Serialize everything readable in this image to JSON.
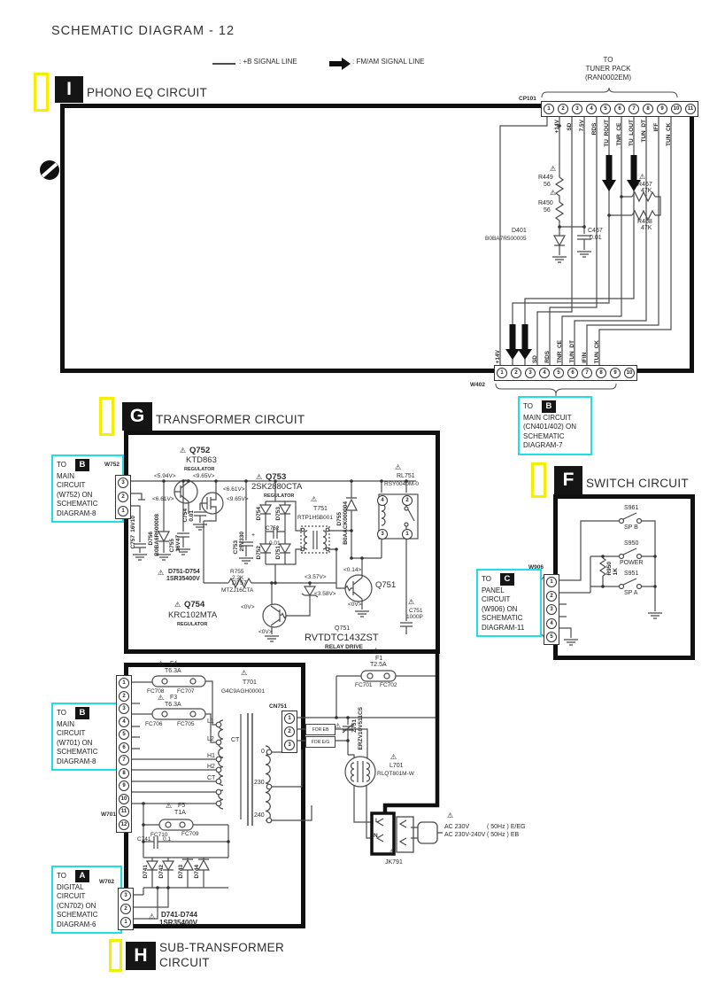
{
  "icons": {
    "warning": "⚠"
  },
  "page": {
    "title": "SCHEMATIC DIAGRAM - 12"
  },
  "legend": {
    "b": ": +B SIGNAL LINE",
    "fmam": ": FM/AM SIGNAL LINE"
  },
  "sections": {
    "i": {
      "badge": "I",
      "title": "PHONO EQ CIRCUIT"
    },
    "g": {
      "badge": "G",
      "title": "TRANSFORMER CIRCUIT"
    },
    "f": {
      "badge": "F",
      "title": "SWITCH CIRCUIT"
    },
    "h": {
      "badge": "H",
      "title1": "SUB-TRANSFORMER",
      "title2": "CIRCUIT"
    }
  },
  "phono": {
    "tuner": {
      "l1": "TO",
      "l2": "TUNER PACK",
      "l3": "(RAN0002EM)"
    },
    "cp101": {
      "name": "CP101",
      "pins": [
        "1",
        "2",
        "3",
        "4",
        "5",
        "6",
        "7",
        "8",
        "9",
        "10",
        "11"
      ],
      "labels": [
        "",
        "+14V",
        "SD_",
        "7.5V",
        "RDS_",
        "TU_ROUT",
        "TNR_CE_",
        "TU_LOUT",
        "TUN_DT",
        "IFF_",
        "TUN_CK_"
      ]
    },
    "w402": {
      "name": "W402",
      "pins": [
        "1",
        "2",
        "3",
        "4",
        "5",
        "6",
        "7",
        "8",
        "9",
        "10"
      ],
      "labels": [
        "+14V",
        "",
        "",
        "SD",
        "RDS",
        "TNR_CE",
        "TUN_DT",
        "IFIN_",
        "TUN_CK",
        ""
      ]
    },
    "r449": {
      "r": "R449",
      "v": "56"
    },
    "r450": {
      "r": "R450",
      "v": "56"
    },
    "r467": {
      "r": "R467",
      "v": "47K"
    },
    "r468": {
      "r": "R468",
      "v": "47K"
    },
    "d401": {
      "r": "D401",
      "v": "B0BA7R500005"
    },
    "c467": {
      "r": "C467",
      "v": "0.01"
    }
  },
  "callouts": {
    "b7": {
      "to": "TO",
      "badge": "B",
      "lines": [
        "MAIN CIRCUIT",
        "(CN401/402) ON",
        "SCHEMATIC",
        "DIAGRAM-7"
      ]
    },
    "b8w752": {
      "to": "TO",
      "badge": "B",
      "lines": [
        "MAIN",
        "CIRCUIT",
        "(W752) ON",
        "SCHEMATIC",
        "DIAGRAM-8"
      ]
    },
    "b8w701": {
      "to": "TO",
      "badge": "B",
      "lines": [
        "MAIN",
        "CIRCUIT",
        "(W701) ON",
        "SCHEMATIC",
        "DIAGRAM-8"
      ]
    },
    "a6": {
      "to": "TO",
      "badge": "A",
      "lines": [
        "DIGITAL",
        "CIRCUIT",
        "(CN702) ON",
        "SCHEMATIC",
        "DIAGRAM-6"
      ]
    },
    "c11": {
      "to": "TO",
      "badge": "C",
      "lines": [
        "PANEL",
        "CIRCUIT",
        "(W906) ON",
        "SCHEMATIC",
        "DIAGRAM-11"
      ]
    }
  },
  "g": {
    "w752": {
      "name": "W752",
      "pins": [
        "3",
        "2",
        "1"
      ]
    },
    "c757": {
      "r": "C757",
      "v": "16V10"
    },
    "q752": {
      "r": "Q752",
      "p": "KTD863",
      "role": "REGULATOR"
    },
    "q753": {
      "r": "Q753",
      "p": "2SK2880CTA",
      "role": "REGULATOR"
    },
    "q754": {
      "r": "Q754",
      "p": "KRC102MTA",
      "role": "REGULATOR"
    },
    "q751drv": {
      "r": "Q751",
      "p": "RVTDTC143ZST",
      "role": "RELAY DRIVE"
    },
    "q751": "Q751",
    "c754": {
      "r": "C754",
      "v": "0.01"
    },
    "c755": {
      "r": "C755",
      "v": "16V47"
    },
    "c753": {
      "r": "C753",
      "v": "25V330",
      "plus": "+"
    },
    "c752": {
      "r": "C752",
      "v": "0.01"
    },
    "c751": {
      "r": "C751",
      "v": "1000P"
    },
    "d756": {
      "r": "D756",
      "v": "B0BA6R600008"
    },
    "d755": {
      "r": "D755",
      "v": "B0AACK000004"
    },
    "d757": {
      "r": "D757",
      "v": "MTZJ16CTA"
    },
    "dgrp": {
      "r": "D751-D754",
      "v": "1SR35400V"
    },
    "d751": "D751",
    "d752": "D752",
    "d753": "D753",
    "d754": "D754",
    "r755": {
      "r": "R755",
      "v": "2.2K"
    },
    "t751": {
      "r": "T751",
      "v": "RTP1H5B001"
    },
    "rl751": {
      "r": "RL751",
      "v": "RSY0040M-0",
      "pins": [
        "4",
        "2",
        "3",
        "1"
      ]
    },
    "v": {
      "v594": "<5.94V>",
      "v965a": "<9.65V>",
      "v661a": "<6.61V>",
      "v661b": "<6.61V>",
      "v965b": "<9.65V>",
      "v357": "<3.57V>",
      "v358": "<3.58V>",
      "v0a": "<0V>",
      "v0b": "<0V>",
      "v0c": "<0V>",
      "v014": "<0.14>"
    }
  },
  "mains": {
    "w701": {
      "name": "W701",
      "pins": [
        "1",
        "2",
        "3",
        "4",
        "5",
        "6",
        "7",
        "8",
        "9",
        "10",
        "11",
        "12"
      ]
    },
    "f4": {
      "r": "F4",
      "v": "T6.3A",
      "fl": "FC708",
      "fr": "FC707"
    },
    "f3": {
      "r": "F3",
      "v": "T6.3A",
      "fl": "FC706",
      "fr": "FC705"
    },
    "f1": {
      "r": "F1",
      "v": "T2.5A",
      "fl": "FC701",
      "fr": "FC702"
    },
    "t701": {
      "r": "T701",
      "v": "G4C9AGH00001",
      "l1": "L1",
      "l2": "L2",
      "h1": "H1",
      "h2": "H2",
      "ct": "CT",
      "ct2": "CT",
      "s0": "0",
      "s230": "230",
      "s240": "240"
    },
    "cn751": {
      "name": "CN751",
      "pins": [
        "1",
        "2",
        "3"
      ]
    },
    "foreb": "FOR EB",
    "foreg": "FOR E/G",
    "z751": {
      "r": "Z751",
      "v": "ERZV10V511CS"
    },
    "l701": {
      "r": "L701",
      "v": "RLQT801M-W"
    },
    "jk791": {
      "r": "JK791",
      "l": "L",
      "n": "N"
    },
    "ac1a": "AC 230V",
    "ac1b": "( 50Hz ) E/EG",
    "ac2a": "AC 230V-240V",
    "ac2b": "( 50Hz ) EB"
  },
  "sub": {
    "f5": {
      "r": "F5",
      "v": "T1A",
      "fl": "FC710",
      "fr": "FC709"
    },
    "c741": {
      "r": "C741",
      "v": "0.1"
    },
    "diodes": [
      "D741",
      "D742",
      "D743",
      "D744"
    ],
    "dgrp": {
      "r": "D741-D744",
      "v": "1SR35400V"
    },
    "w702": {
      "name": "W702",
      "pins": [
        "3",
        "2",
        "1"
      ]
    }
  },
  "sw": {
    "w906": {
      "name": "W906",
      "pins": [
        "1",
        "2",
        "3",
        "4",
        "5"
      ]
    },
    "s961": {
      "r": "S961",
      "n": "SP B"
    },
    "s950": {
      "r": "S950",
      "n": "POWER"
    },
    "s951": {
      "r": "S951",
      "n": "SP A"
    },
    "r950": {
      "r": "R950",
      "v": "1K"
    }
  },
  "colors": {
    "cyan": "#1edfe8",
    "yellow": "#f6ee00",
    "line": "#4a4a4a",
    "thick": "#101010"
  }
}
